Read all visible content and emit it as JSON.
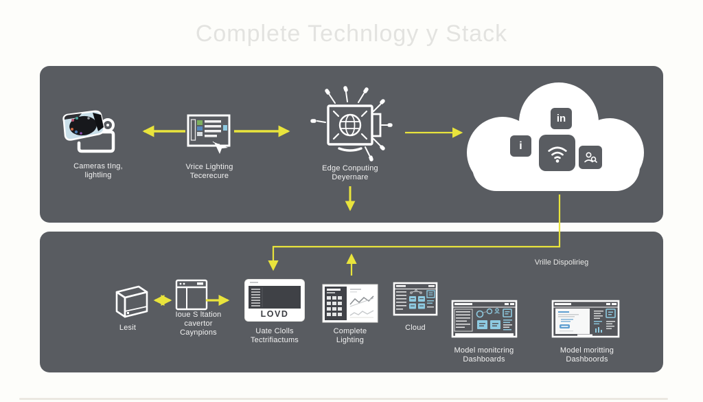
{
  "title": "Complete Technlogy y Stack",
  "colors": {
    "background": "#fdfdfa",
    "panel_gray": "#595c61",
    "arrow_yellow": "#e9e43c",
    "label_white": "#f2f2f2",
    "accent_blue": "#8ecbe2",
    "camera_body_blue": "#c9dfe9"
  },
  "top_row": {
    "cameras": {
      "label_lines": [
        "Cameras tIng,",
        "lightling"
      ]
    },
    "video_software": {
      "label_lines": [
        "Vrice Lighting",
        "Tecerecure"
      ]
    },
    "edge": {
      "label_lines": [
        "Edge Conputing",
        "Deyernare"
      ]
    },
    "cloud": {
      "linkedin_text": "in",
      "info_text": "i",
      "icon_names": [
        "linkedin-icon",
        "info-icon",
        "wifi-icon",
        "person-search-icon"
      ]
    }
  },
  "bottom_row": {
    "annotation": "Vrille Dispolirieg",
    "package_box": {
      "label_lines": [
        "Lesit"
      ]
    },
    "browser": {
      "label_lines": [
        "Ioue S ltation",
        "cavertor",
        "Caynpions"
      ]
    },
    "lovd_screen": {
      "screen_text": "LOVD",
      "label_lines": [
        "Uate Clolls",
        "Tectrifiactums"
      ]
    },
    "report": {
      "label_lines": [
        "Complete",
        "Lighting"
      ]
    },
    "cloud_screen": {
      "label_lines": [
        "Cloud"
      ]
    },
    "dashboard_left": {
      "label_lines": [
        "Model monitcring",
        "Dashboards"
      ]
    },
    "dashboard_right": {
      "label_lines": [
        "Model moritting",
        "Dashboords"
      ]
    }
  }
}
